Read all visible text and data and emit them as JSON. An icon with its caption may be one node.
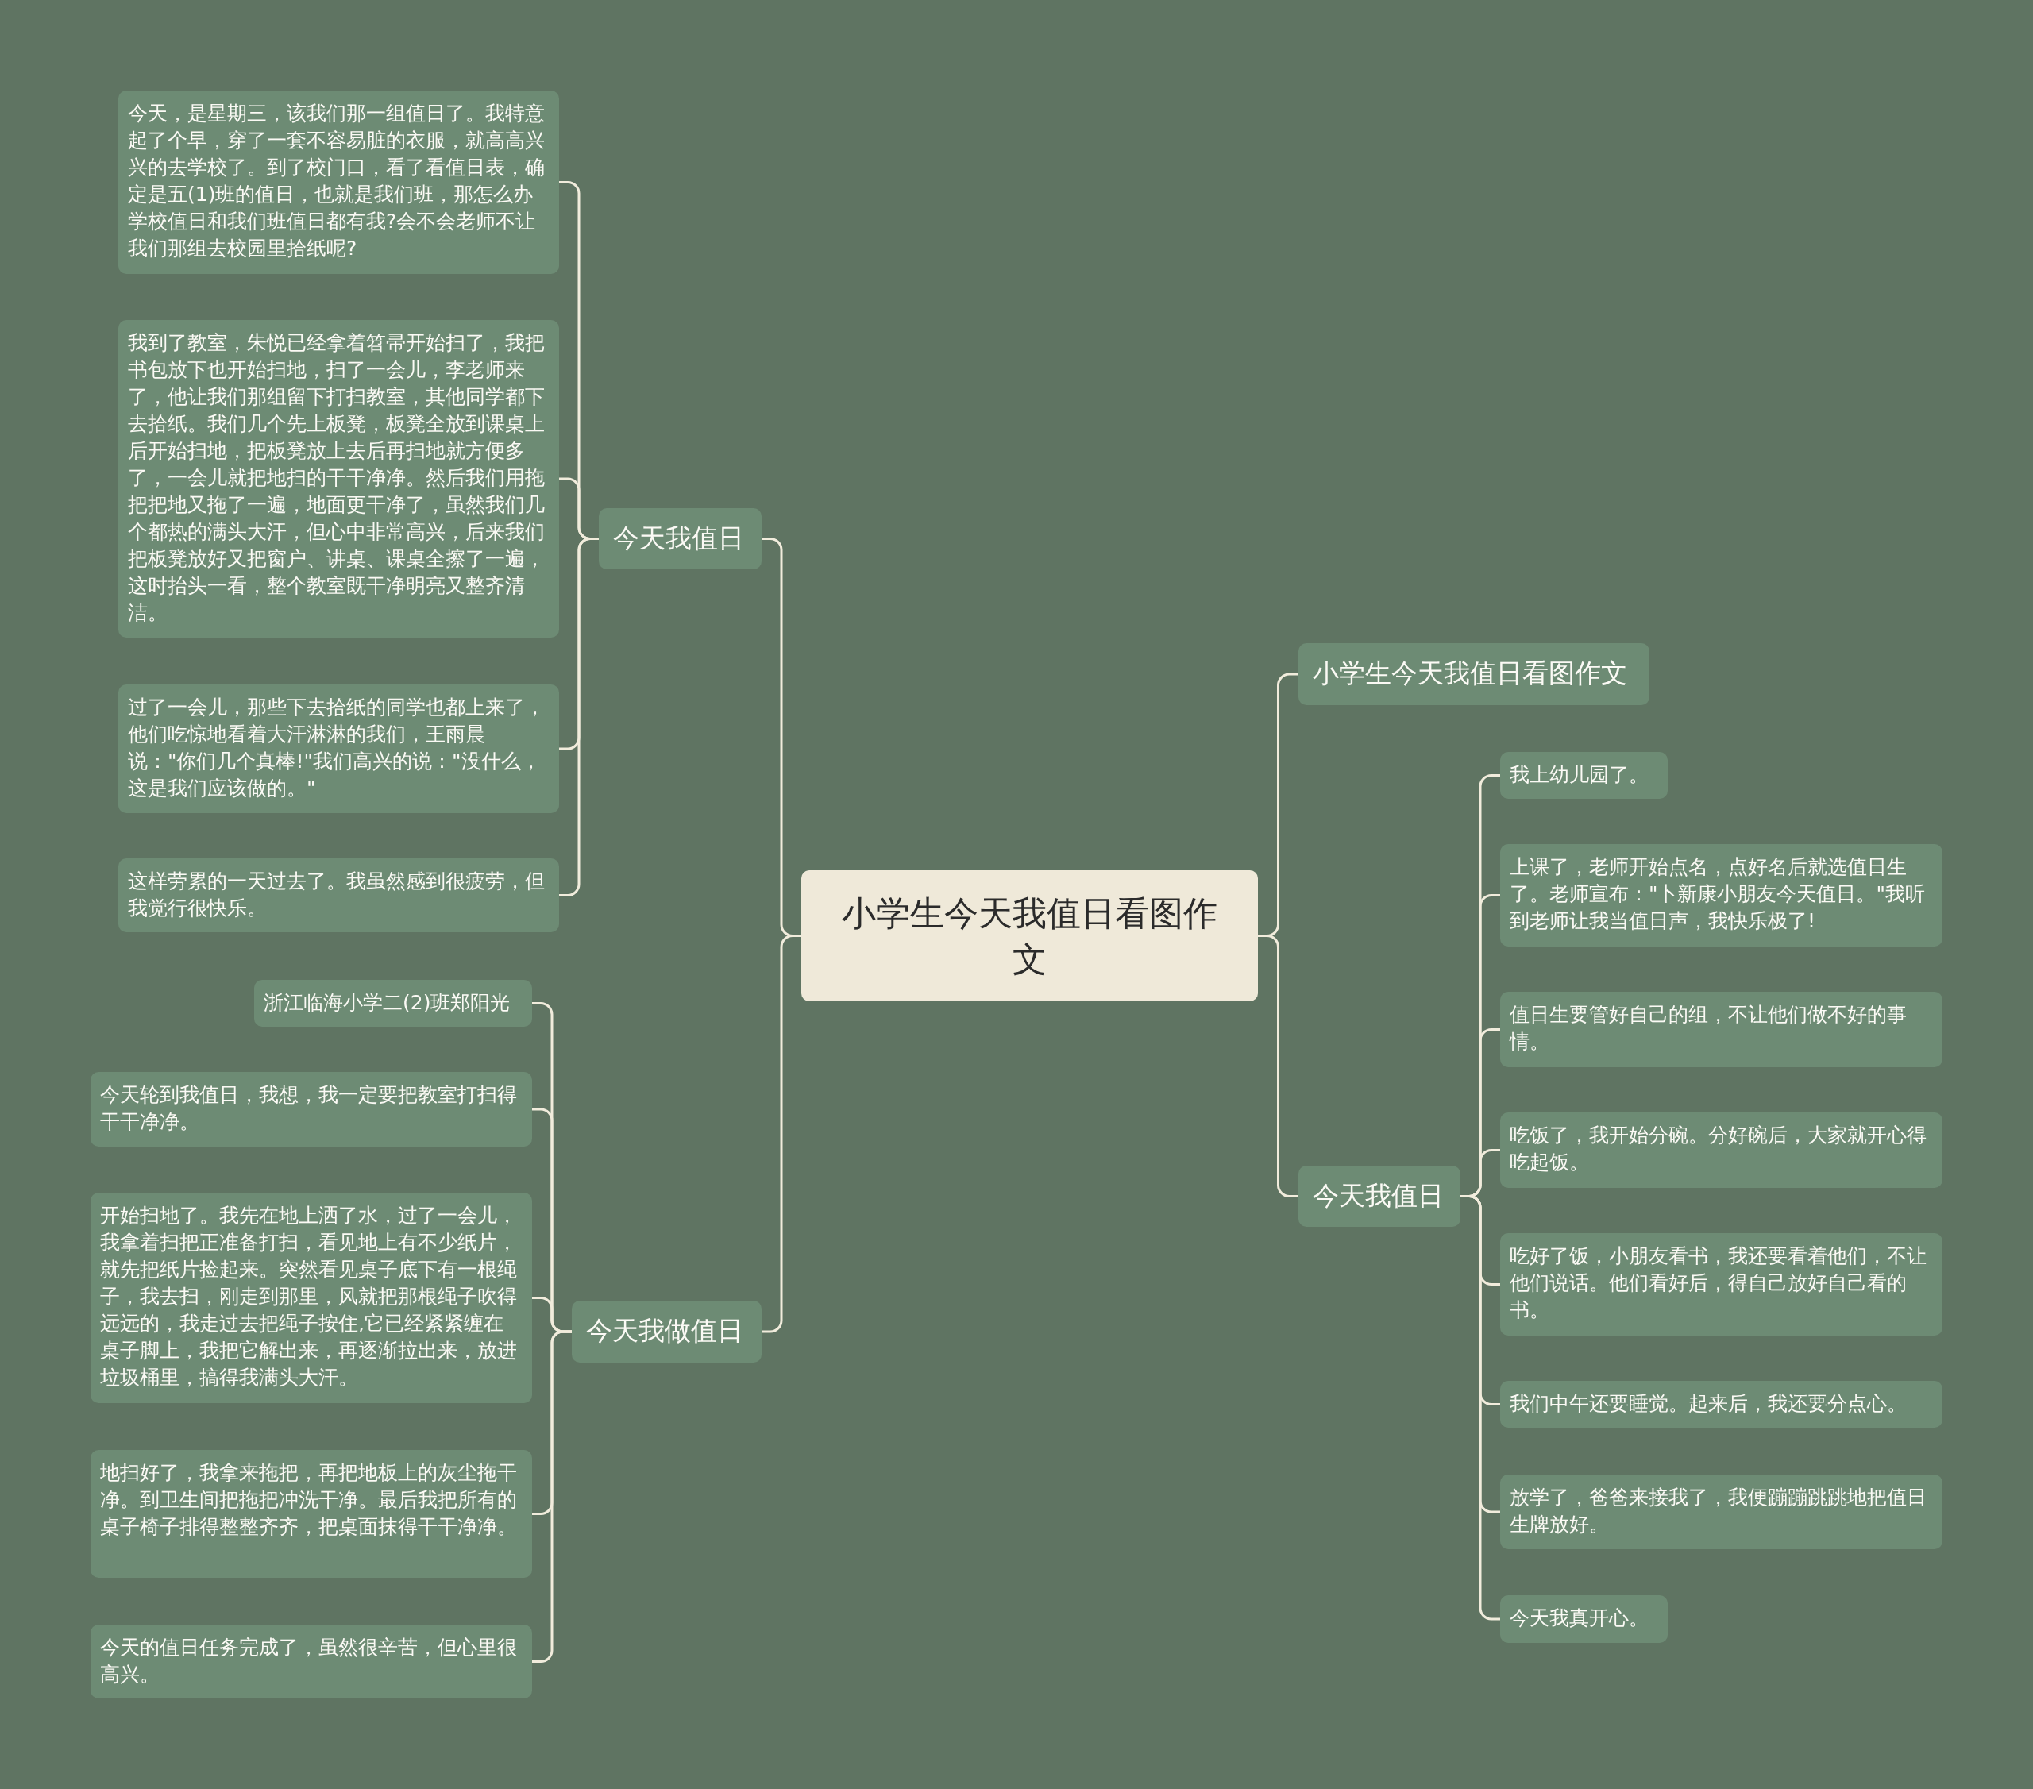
{
  "diagram": {
    "nodes": [
      {
        "text": [
          "小学生今天我值日看图作文"
        ]
      },
      {
        "text": [
          "今天我值日"
        ]
      },
      {
        "text": [
          "今天，是星期三，该我们那一组值日了。我特意起了个早，穿了一套不容易脏的衣服，就高高兴兴的去学校了。到了校门口，看了看值日表，确定是五(1)班的值日，也就是我们班，那怎么办学校值日和我们班值日都有我?会不会老师不让我们那组去校园里拾纸呢?"
        ]
      },
      {
        "text": [
          "我到了教室，朱悦已经拿着笤帚开始扫了，我把书包放下也开始扫地，扫了一会儿，李老师来了，他让我们那组留下打扫教室，其他同学都下去拾纸。我们几个先上板凳，板凳全放到课桌上后开始扫地，把板凳放上去后再扫地就方便多了，一会儿就把地扫的干干净净。然后我们用拖把把地又拖了一遍，地面更干净了，虽然我们几个都热的满头大汗，但心中非常高兴，后来我们把板凳放好又把窗户、讲桌、课桌全擦了一遍，这时抬头一看，整个教室既干净明亮又整齐清洁。"
        ]
      },
      {
        "text": [
          "过了一会儿，那些下去拾纸的同学也都上来了，他们吃惊地看着大汗淋淋的我们，王雨晨说：\"你们几个真棒!\"我们高兴的说：\"没什么，这是我们应该做的。\""
        ]
      },
      {
        "text": [
          "这样劳累的一天过去了。我虽然感到很疲劳，但我觉行很快乐。"
        ]
      },
      {
        "text": [
          "今天我做值日"
        ]
      },
      {
        "text": [
          "浙江临海小学二(2)班郑阳光"
        ]
      },
      {
        "text": [
          "今天轮到我值日，我想，我一定要把教室打扫得干干净净。"
        ]
      },
      {
        "text": [
          "开始扫地了。我先在地上洒了水，过了一会儿，我拿着扫把正准备打扫，看见地上有不少纸片，就先把纸片捡起来。突然看见桌子底下有一根绳子，我去扫，刚走到那里，风就把那根绳子吹得远远的，我走过去把绳子按住,它已经紧紧缠在桌子脚上，我把它解出来，再逐渐拉出来，放进垃圾桶里，搞得我满头大汗。"
        ]
      },
      {
        "text": [
          "地扫好了，我拿来拖把，再把地板上的灰尘拖干净。到卫生间把拖把冲洗干净。最后我把所有的桌子椅子排得整整齐齐，把桌面抹得干干净净。"
        ]
      },
      {
        "text": [
          "今天的值日任务完成了，虽然很辛苦，但心里很高兴。"
        ]
      },
      {
        "text": [
          "小学生今天我值日看图作文"
        ]
      },
      {
        "text": [
          "今天我值日"
        ]
      },
      {
        "text": [
          "我上幼儿园了。"
        ]
      },
      {
        "text": [
          "上课了，老师开始点名，点好名后就选值日生了。老师宣布：\"卜新康小朋友今天值日。\"我听到老师让我当值日声，我快乐极了!"
        ]
      },
      {
        "text": [
          "值日生要管好自己的组，不让他们做不好的事情。"
        ]
      },
      {
        "text": [
          "吃饭了，我开始分碗。分好碗后，大家就开心得吃起饭。"
        ]
      },
      {
        "text": [
          "吃好了饭，小朋友看书，我还要看着他们，不让他们说话。他们看好后，得自己放好自己看的书。"
        ]
      },
      {
        "text": [
          "我们中午还要睡觉。起来后，我还要分点心。"
        ]
      },
      {
        "text": [
          "放学了，爸爸来接我了，我便蹦蹦跳跳地把值日生牌放好。"
        ]
      },
      {
        "text": [
          "今天我真开心。"
        ]
      }
    ],
    "edges": [
      {
        "from": 0,
        "to": 1,
        "arrow": "none"
      },
      {
        "from": 1,
        "to": 2,
        "arrow": "none"
      },
      {
        "from": 1,
        "to": 3,
        "arrow": "none"
      },
      {
        "from": 1,
        "to": 4,
        "arrow": "none"
      },
      {
        "from": 1,
        "to": 5,
        "arrow": "none"
      },
      {
        "from": 0,
        "to": 6,
        "arrow": "none"
      },
      {
        "from": 6,
        "to": 7,
        "arrow": "none"
      },
      {
        "from": 6,
        "to": 8,
        "arrow": "none"
      },
      {
        "from": 6,
        "to": 9,
        "arrow": "none"
      },
      {
        "from": 6,
        "to": 10,
        "arrow": "none"
      },
      {
        "from": 6,
        "to": 11,
        "arrow": "none"
      },
      {
        "from": 0,
        "to": 12,
        "arrow": "none"
      },
      {
        "from": 0,
        "to": 13,
        "arrow": "none"
      },
      {
        "from": 13,
        "to": 14,
        "arrow": "none"
      },
      {
        "from": 13,
        "to": 15,
        "arrow": "none"
      },
      {
        "from": 13,
        "to": 16,
        "arrow": "none"
      },
      {
        "from": 13,
        "to": 17,
        "arrow": "none"
      },
      {
        "from": 13,
        "to": 18,
        "arrow": "none"
      },
      {
        "from": 13,
        "to": 19,
        "arrow": "none"
      },
      {
        "from": 13,
        "to": 20,
        "arrow": "none"
      },
      {
        "from": 13,
        "to": 21,
        "arrow": "none"
      }
    ]
  }
}
